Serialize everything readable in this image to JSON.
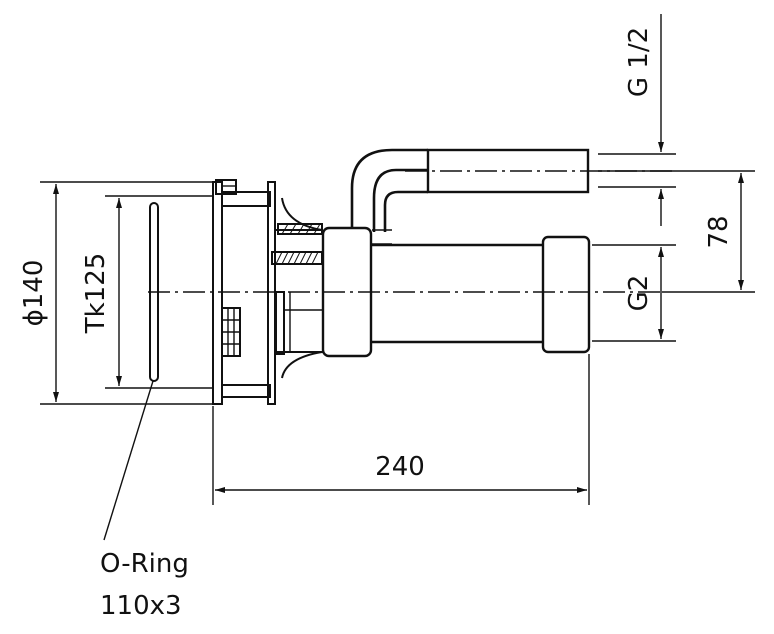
{
  "dimensions": {
    "g_half": "G 1/2",
    "g2": "G2",
    "d78": "78",
    "phi140": "ϕ140",
    "tk125": "Tk125",
    "d240": "240"
  },
  "oring": {
    "line1": "O-Ring",
    "line2": "110x3"
  }
}
